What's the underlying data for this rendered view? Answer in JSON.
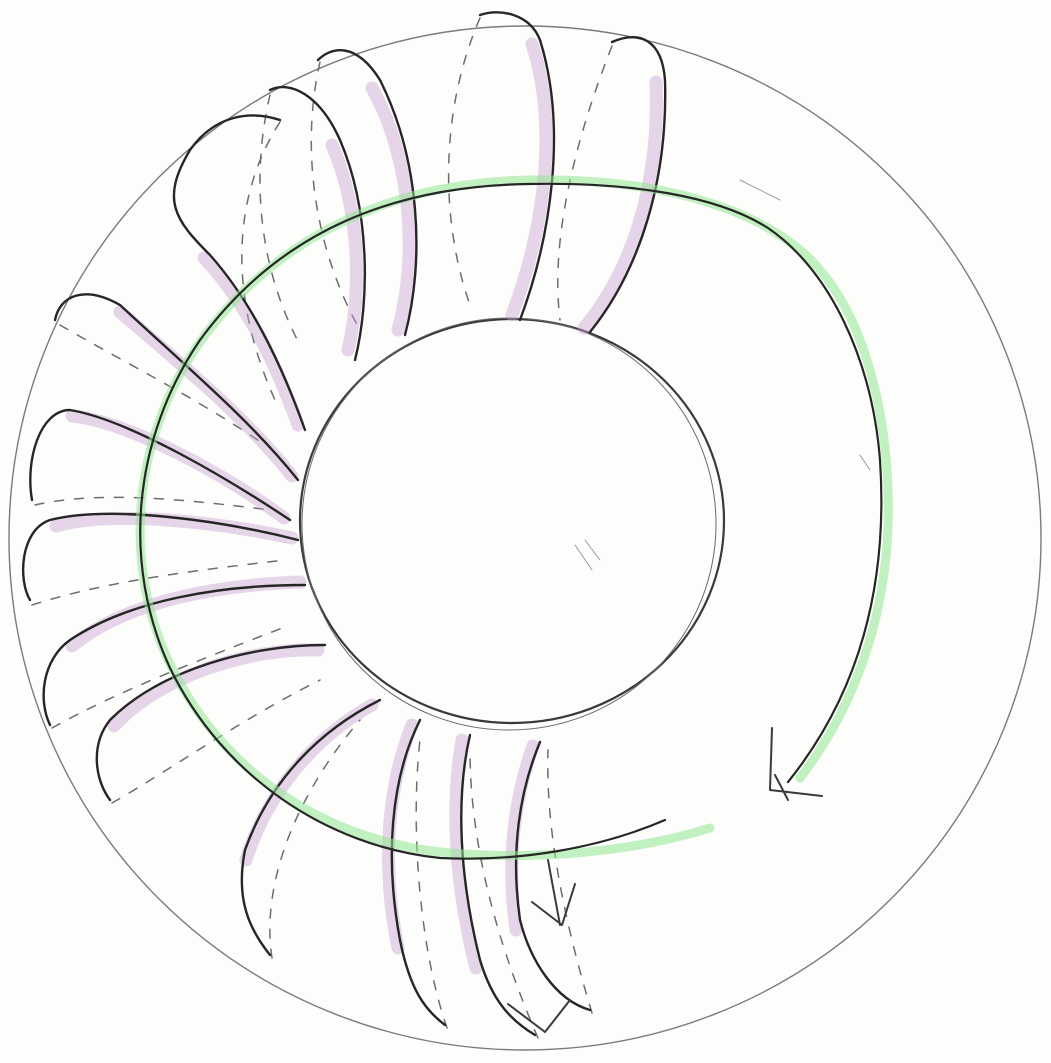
{
  "diagram": {
    "kind": "hand-drawn toroidal coil sketch",
    "colors": {
      "paper": "#fdfdfc",
      "outline": "#7b7b7b",
      "pencil": "#262626",
      "coil_tint": "#c69bd0",
      "field_tint": "#8fe58f"
    },
    "coil_turn_count": 14,
    "circular_arrow": {
      "direction": "clockwise"
    }
  }
}
